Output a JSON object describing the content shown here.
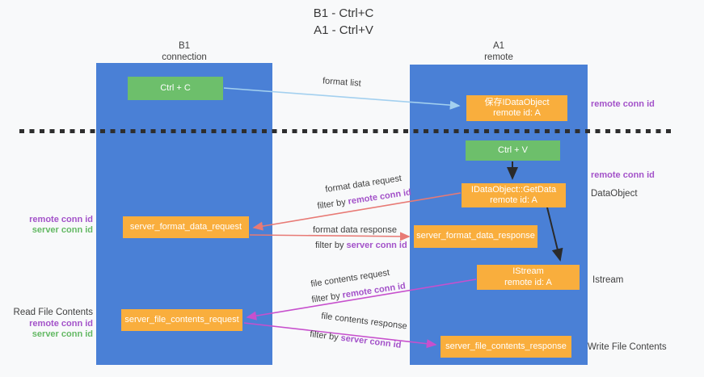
{
  "title": {
    "line1": "B1 - Ctrl+C",
    "line2": "A1 - Ctrl+V"
  },
  "lanes": {
    "left": {
      "header_line1": "B1",
      "header_line2": "connection"
    },
    "right": {
      "header_line1": "A1",
      "header_line2": "remote"
    }
  },
  "nodes": {
    "ctrl_c": "Ctrl + C",
    "ctrl_v": "Ctrl + V",
    "save_dataobject": {
      "line1": "保存IDataObject",
      "line2": "remote id: A"
    },
    "getdata": {
      "line1": "IDataObject::GetData",
      "line2": "remote id: A"
    },
    "istream": {
      "line1": "IStream",
      "line2": "remote id: A"
    },
    "server_format_data_request": "server_format_data_request",
    "server_format_data_response": "server_format_data_response",
    "server_file_contents_request": "server_file_contents_request",
    "server_file_contents_response": "server_file_contents_response"
  },
  "edge_labels": {
    "format_list": "format list",
    "format_data_request": "format data request",
    "format_data_response": "format data response",
    "file_contents_request": "file contents request",
    "file_contents_response": "file contents response",
    "filter_by": "filter by ",
    "remote_conn_id": "remote conn id",
    "server_conn_id": "server conn id"
  },
  "side_labels": {
    "remote_conn_id": "remote conn id",
    "server_conn_id": "server conn id",
    "dataobject": "DataObject",
    "istream": "Istream",
    "read_file_contents": "Read File Contents",
    "write_file_contents": "Write File Contents"
  },
  "colors": {
    "lane_blue": "#4a80d6",
    "box_green": "#6dbf6b",
    "box_orange": "#f9ae3d",
    "arrow_light_blue": "#a3d0ef",
    "arrow_black": "#2a2a2a",
    "arrow_red": "#e87a75",
    "arrow_magenta": "#c750cd",
    "label_purple": "#a352c9",
    "label_green": "#64b964",
    "text_dark": "#3f3f3f",
    "background": "#f8f9fa"
  }
}
